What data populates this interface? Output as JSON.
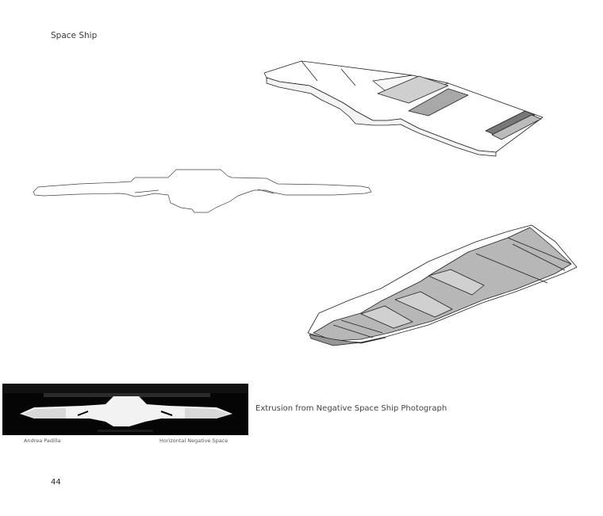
{
  "page": {
    "title": "Space Ship",
    "page_number": "44",
    "caption": "Extrusion from  Negative Space Ship Photograph"
  },
  "photo": {
    "author": "Andrea Padilla",
    "label": "Horizontal Negative Space"
  }
}
